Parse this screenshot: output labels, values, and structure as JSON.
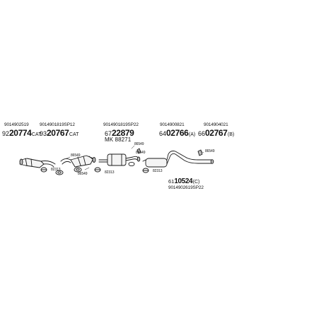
{
  "top_refs": [
    {
      "id": "ref1",
      "text": "9014902519"
    },
    {
      "id": "ref2",
      "text": "9014901819SP12"
    },
    {
      "id": "ref3",
      "text": "9014901819SP22"
    },
    {
      "id": "ref4",
      "text": "9014900821"
    },
    {
      "id": "ref5",
      "text": "9014904021"
    }
  ],
  "codes": [
    {
      "id": "code1",
      "prefix": "92",
      "number": "20774",
      "suffix": "CAT"
    },
    {
      "id": "code2",
      "prefix": "93",
      "number": "20767",
      "suffix": "CAT"
    },
    {
      "id": "code3",
      "prefix": "67",
      "number": "22879",
      "suffix": ""
    },
    {
      "id": "code4",
      "prefix": "64",
      "number": "02766",
      "suffix": "(A)"
    },
    {
      "id": "code5",
      "prefix": "66",
      "number": "02767",
      "suffix": "(B)"
    }
  ],
  "mk_label": "MK 88271",
  "part_numbers": {
    "p1": "86549",
    "p2": "82313",
    "p3": "86549",
    "p4": "82313",
    "p5": "86549",
    "p6": "86549",
    "p7": "82313",
    "p8": "86549"
  },
  "bottom_code": {
    "prefix": "61",
    "number": "10524",
    "suffix": "(C)"
  },
  "bottom_ref": "9014902619SP22",
  "colors": {
    "line": "#1a1a1a",
    "part_fill": "#f4f4f4",
    "shade": "#bdbdbd"
  }
}
